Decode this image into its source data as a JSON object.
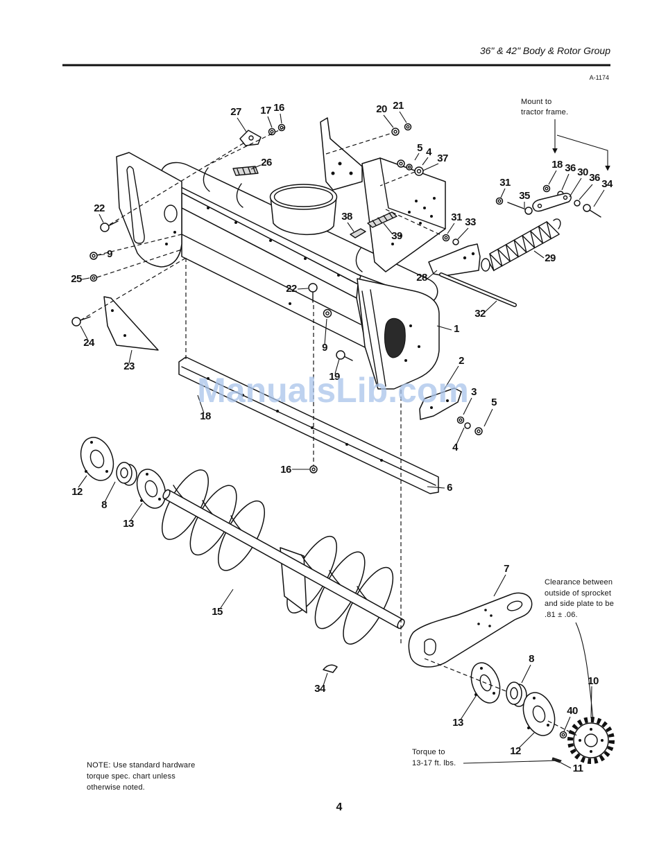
{
  "header": {
    "title": "36\" & 42\" Body & Rotor Group",
    "code": "A-1174"
  },
  "notes": {
    "mount": [
      "Mount to",
      "tractor frame."
    ],
    "clearance": [
      "Clearance between",
      "outside of sprocket",
      "and side plate to be",
      ".81 ± .06."
    ],
    "torque": [
      "Torque to",
      "13-17 ft. lbs."
    ],
    "hardware": [
      "NOTE: Use standard hardware",
      "torque spec. chart unless",
      "otherwise noted."
    ]
  },
  "callouts": [
    "27",
    "17",
    "16",
    "20",
    "21",
    "5",
    "4",
    "37",
    "26",
    "18",
    "36",
    "30",
    "36",
    "34",
    "31",
    "35",
    "22",
    "38",
    "31",
    "33",
    "39",
    "9",
    "25",
    "29",
    "28",
    "22",
    "32",
    "24",
    "9",
    "1",
    "23",
    "19",
    "2",
    "3",
    "18",
    "5",
    "4",
    "16",
    "6",
    "12",
    "8",
    "13",
    "7",
    "15",
    "8",
    "10",
    "34",
    "13",
    "40",
    "12",
    "11"
  ],
  "page_number": "4",
  "watermark": "ManualsLib.com",
  "colors": {
    "ink": "#111111",
    "paper": "#ffffff",
    "watermark": "#a9c4ea"
  }
}
